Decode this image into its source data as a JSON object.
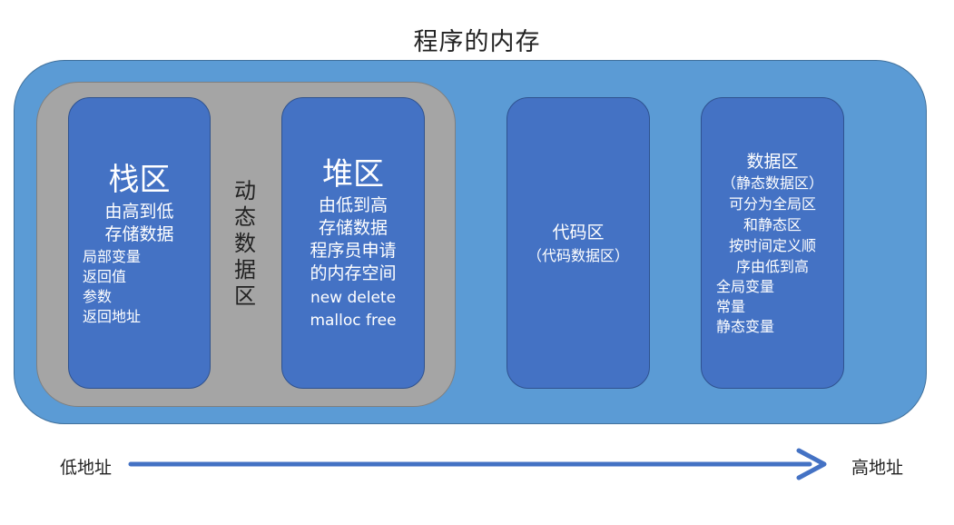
{
  "title": "程序的内存",
  "dynamic_area_label": "动态数据区",
  "stack": {
    "title": "栈区",
    "lines": [
      "由高到低",
      "存储数据"
    ],
    "items": [
      "局部变量",
      "返回值",
      "参数",
      "返回地址"
    ]
  },
  "heap": {
    "title": "堆区",
    "lines": [
      "由低到高",
      "存储数据",
      "程序员申请",
      "的内存空间",
      "new delete",
      "malloc free"
    ]
  },
  "code": {
    "title": "代码区",
    "subtitle": "（代码数据区）"
  },
  "data_area": {
    "lines": [
      "数据区",
      "（静态数据区）",
      "可分为全局区",
      "和静态区",
      "按时间定义顺",
      "序由低到高"
    ],
    "items": [
      "全局变量",
      "常量",
      "静态变量"
    ]
  },
  "axis": {
    "low_label": "低地址",
    "high_label": "高地址",
    "arrow_color": "#4472c4"
  }
}
